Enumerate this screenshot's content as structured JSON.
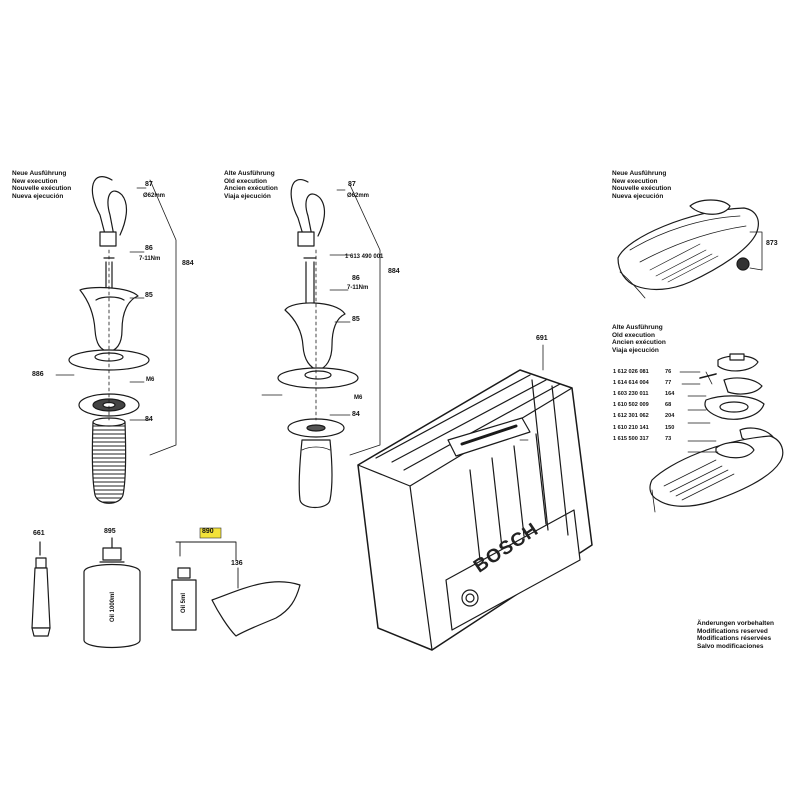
{
  "headers": {
    "new_left": [
      "Neue Ausführung",
      "New execution",
      "Nouvelle exécution",
      "Nueva ejecución"
    ],
    "old_mid": [
      "Alte Ausführung",
      "Old execution",
      "Ancien exécution",
      "Viaja ejecución"
    ],
    "new_right": [
      "Neue Ausführung",
      "New execution",
      "Nouvelle exécution",
      "Nueva ejecución"
    ],
    "old_right": [
      "Alte Ausführung",
      "Old execution",
      "Ancien exécution",
      "Viaja ejecución"
    ]
  },
  "left_handle": {
    "n87": "87",
    "d62": "Ø62mm",
    "n86": "86",
    "torque": "7-11Nm",
    "n884": "884",
    "n85": "85",
    "n886": "886",
    "m6": "M6",
    "n84": "84"
  },
  "mid_handle": {
    "n87": "87",
    "d62": "Ø62mm",
    "part": "1 613 490 001",
    "n86": "86",
    "torque": "7-11Nm",
    "n884": "884",
    "n85": "85",
    "m6": "M6",
    "n84": "84"
  },
  "case": {
    "n691": "691",
    "brand": "BOSCH"
  },
  "accessories": {
    "n661": "661",
    "n895": "895",
    "oil1000": [
      "Oil",
      "1000ml"
    ],
    "n890": "890",
    "n136": "136",
    "oil_small": [
      "Oil",
      "5ml"
    ]
  },
  "right_top": {
    "n873": "873"
  },
  "parts_table": [
    {
      "pn": "1 612 026 081",
      "ref": "76"
    },
    {
      "pn": "1 614 614 004",
      "ref": "77"
    },
    {
      "pn": "1 603 230 011",
      "ref": "164"
    },
    {
      "pn": "1 610 502 009",
      "ref": "68"
    },
    {
      "pn": "1 612 301 062",
      "ref": "204"
    },
    {
      "pn": "1 610 210 141",
      "ref": "150"
    },
    {
      "pn": "1 615 500 317",
      "ref": "73"
    }
  ],
  "footer": [
    "Änderungen vorbehalten",
    "Modifications reserved",
    "Modifications réservées",
    "Salvo modificaciones"
  ],
  "colors": {
    "highlight": "#f3e23a",
    "line": "#1a1a1a"
  }
}
